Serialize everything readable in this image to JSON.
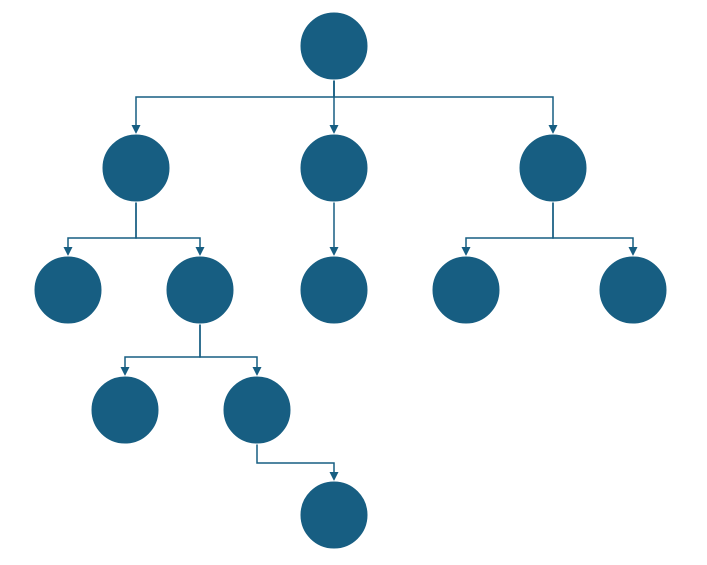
{
  "diagram": {
    "type": "tree",
    "direction": "top-down",
    "node_color": "#175e82",
    "edge_color": "#175e82",
    "edge_style": "orthogonal-arrow",
    "nodes": [
      {
        "id": "root",
        "parent": null,
        "label": ""
      },
      {
        "id": "a",
        "parent": "root",
        "label": ""
      },
      {
        "id": "b",
        "parent": "root",
        "label": ""
      },
      {
        "id": "c",
        "parent": "root",
        "label": ""
      },
      {
        "id": "a1",
        "parent": "a",
        "label": ""
      },
      {
        "id": "a2",
        "parent": "a",
        "label": ""
      },
      {
        "id": "b1",
        "parent": "b",
        "label": ""
      },
      {
        "id": "c1",
        "parent": "c",
        "label": ""
      },
      {
        "id": "c2",
        "parent": "c",
        "label": ""
      },
      {
        "id": "a2x",
        "parent": "a2",
        "label": ""
      },
      {
        "id": "a2y",
        "parent": "a2",
        "label": ""
      },
      {
        "id": "a2y1",
        "parent": "a2y",
        "label": ""
      }
    ]
  }
}
